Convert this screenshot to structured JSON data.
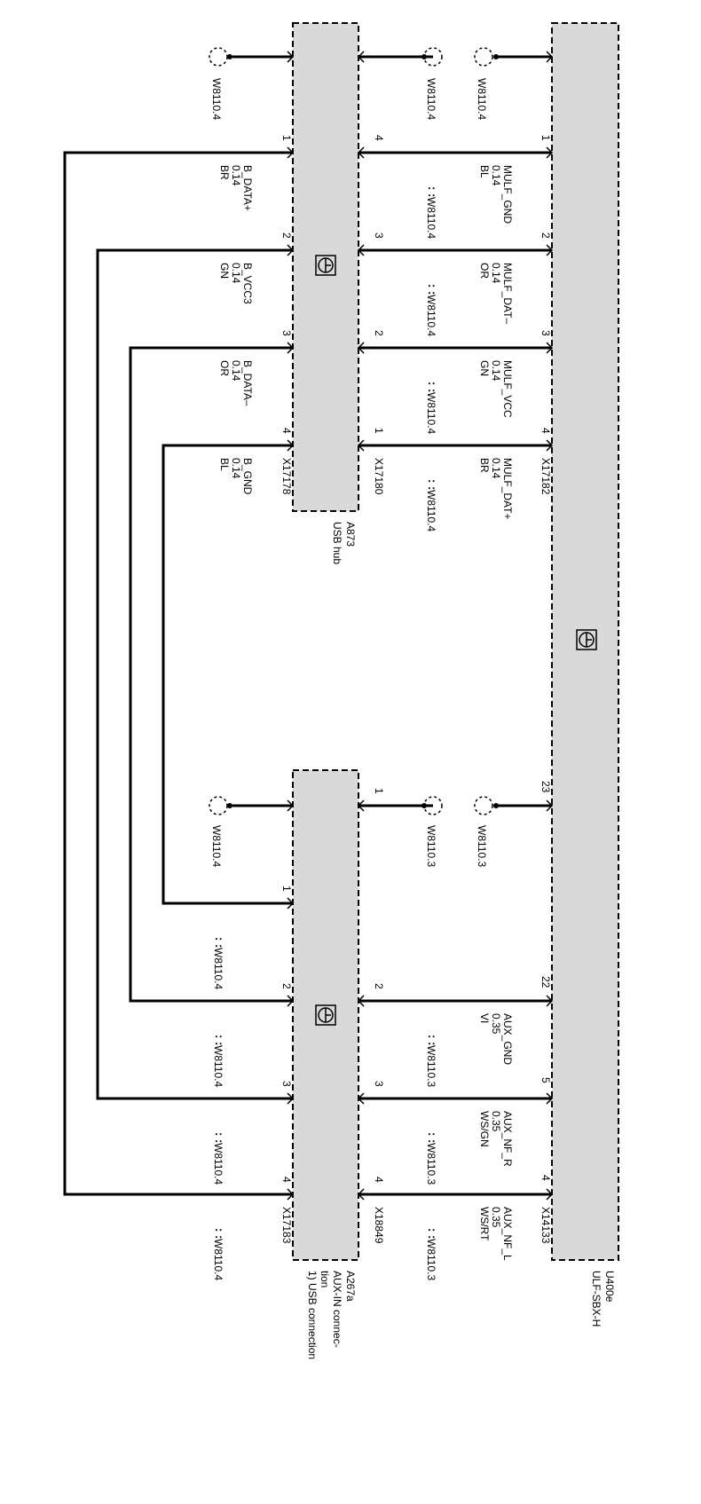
{
  "modules": {
    "ulf": {
      "id": "U400e",
      "name": "ULF-SBX-H"
    },
    "hub": {
      "id": "A873",
      "name": "USB hub"
    },
    "aux": {
      "id": "A267a",
      "name_line1": "AUX-IN connec-",
      "name_line2": "tion",
      "name_line3": "1) USB connection"
    }
  },
  "connectors": {
    "x17182": "X17182",
    "x17180": "X17180",
    "x17178": "X17178",
    "x14133": "X14133",
    "x18849": "X18849",
    "x17183": "X17183"
  },
  "harness": {
    "w4": "W8110.4",
    "w3": "W8110.3"
  },
  "pins": {
    "ulf_top": [
      "1",
      "2",
      "3",
      "4"
    ],
    "hub_a": [
      "4",
      "3",
      "2",
      "1"
    ],
    "hub_b": [
      "1",
      "2",
      "3",
      "4"
    ],
    "ulf_bottom": [
      "23",
      "22",
      "5",
      "4"
    ],
    "aux_a": [
      "1",
      "2",
      "3",
      "4"
    ],
    "aux_b": [
      "1",
      "2",
      "3",
      "4"
    ]
  },
  "wires": {
    "ulf_hub": [
      {
        "signal": "MULF_GND",
        "size": "0.14",
        "color": "BL"
      },
      {
        "signal": "MULF_DAT–",
        "size": "0.14",
        "color": "OR"
      },
      {
        "signal": "MULF_VCC",
        "size": "0.14",
        "color": "GN"
      },
      {
        "signal": "MULF_DAT+",
        "size": "0.14",
        "color": "BR"
      }
    ],
    "hub_out": [
      {
        "signal": "B_DATA+",
        "size": "0.14",
        "color": "BR"
      },
      {
        "signal": "B_VCC3",
        "size": "0.14",
        "color": "GN"
      },
      {
        "signal": "B_DATA–",
        "size": "0.14",
        "color": "OR"
      },
      {
        "signal": "B_GND",
        "size": "0.14",
        "color": "BL"
      }
    ],
    "ulf_aux": [
      {
        "signal": "AUX_GND",
        "size": "0.35",
        "color": "VI"
      },
      {
        "signal": "AUX_NF_R",
        "size": "0.35",
        "color": "WS/GN"
      },
      {
        "signal": "AUX_NF_L",
        "size": "0.35",
        "color": "WS/RT"
      }
    ]
  },
  "colors": {
    "module_fill": "#d9d9d9",
    "line": "#000000"
  }
}
